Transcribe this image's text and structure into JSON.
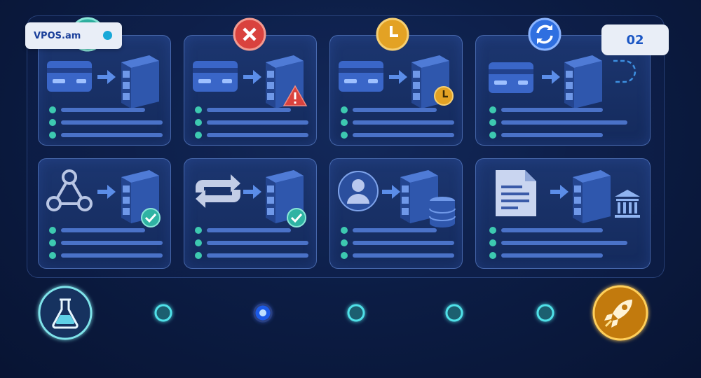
{
  "brand": {
    "name": "VPOS.am",
    "dot_color": "#18a8d8"
  },
  "page_number": "02",
  "colors": {
    "success": "#2fb3a3",
    "error": "#d9423e",
    "pending": "#e3a224",
    "refresh": "#2f6fe0",
    "timeline": "#3dc9d6",
    "launch": "#f0a020"
  },
  "cards": [
    {
      "row": 1,
      "icons": [
        "card-icon",
        "arrow-icon",
        "server-icon"
      ],
      "status": "success-check-icon"
    },
    {
      "row": 1,
      "icons": [
        "card-icon",
        "arrow-icon",
        "server-icon",
        "warning-icon"
      ],
      "status": "error-x-icon"
    },
    {
      "row": 1,
      "icons": [
        "card-icon",
        "arrow-icon",
        "server-icon",
        "clock-icon"
      ],
      "status": "pending-clock-icon"
    },
    {
      "row": 1,
      "icons": [
        "card-icon",
        "arrow-icon",
        "server-icon",
        "dashed-loop-icon"
      ],
      "status": "refresh-icon"
    },
    {
      "row": 2,
      "icons": [
        "network-nodes-icon",
        "arrow-icon",
        "server-icon",
        "check-icon"
      ]
    },
    {
      "row": 2,
      "icons": [
        "repeat-arrows-icon",
        "arrow-icon",
        "server-icon",
        "check-icon"
      ]
    },
    {
      "row": 2,
      "icons": [
        "user-icon",
        "arrow-icon",
        "server-icon",
        "database-icon"
      ]
    },
    {
      "row": 2,
      "icons": [
        "document-icon",
        "arrow-icon",
        "server-icon",
        "bank-icon"
      ]
    }
  ],
  "timeline": {
    "start_icon": "flask-icon",
    "end_icon": "rocket-icon",
    "step_count": 6,
    "active_step": 2
  }
}
